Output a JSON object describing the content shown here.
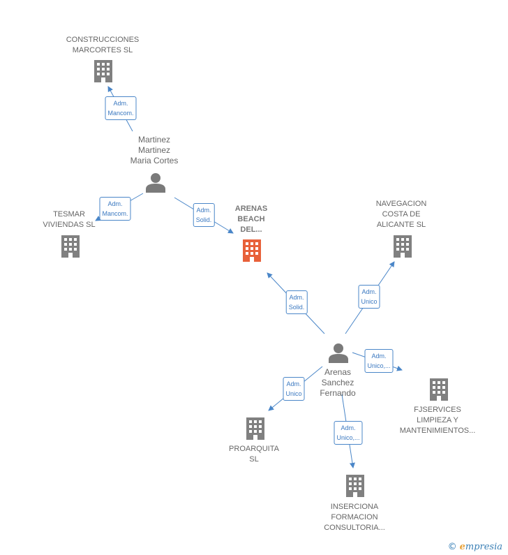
{
  "colors": {
    "building": "#808080",
    "center_building": "#e8613a",
    "person": "#7a7a7a",
    "edge": "#4a86c8"
  },
  "companies": [
    {
      "id": "construcciones",
      "lines": [
        "CONSTRUCCIONES",
        "MARCORTES SL"
      ]
    },
    {
      "id": "tesmar",
      "lines": [
        "TESMAR",
        "VIVIENDAS  SL"
      ]
    },
    {
      "id": "arenas_beach",
      "lines": [
        "ARENAS",
        "BEACH",
        "DEL..."
      ]
    },
    {
      "id": "navegacion",
      "lines": [
        "NAVEGACION",
        "COSTA DE",
        "ALICANTE  SL"
      ]
    },
    {
      "id": "fjservices",
      "lines": [
        "FJSERVICES",
        "LIMPIEZA Y",
        "MANTENIMIENTOS..."
      ]
    },
    {
      "id": "proarquita",
      "lines": [
        "PROARQUITA",
        "SL"
      ]
    },
    {
      "id": "inserciona",
      "lines": [
        "INSERCIONA",
        "FORMACION",
        "CONSULTORIA..."
      ]
    }
  ],
  "persons": [
    {
      "id": "martinez",
      "lines": [
        "Martinez",
        "Martinez",
        "Maria Cortes"
      ]
    },
    {
      "id": "arenas",
      "lines": [
        "Arenas",
        "Sanchez",
        "Fernando"
      ]
    }
  ],
  "relations": [
    {
      "id": "r1",
      "lines": [
        "Adm.",
        "Mancom."
      ]
    },
    {
      "id": "r2",
      "lines": [
        "Adm.",
        "Mancom."
      ]
    },
    {
      "id": "r3",
      "lines": [
        "Adm.",
        "Solid."
      ]
    },
    {
      "id": "r4",
      "lines": [
        "Adm.",
        "Solid."
      ]
    },
    {
      "id": "r5",
      "lines": [
        "Adm.",
        "Unico"
      ]
    },
    {
      "id": "r6",
      "lines": [
        "Adm.",
        "Unico,..."
      ]
    },
    {
      "id": "r7",
      "lines": [
        "Adm.",
        "Unico"
      ]
    },
    {
      "id": "r8",
      "lines": [
        "Adm.",
        "Unico,..."
      ]
    }
  ],
  "logo": {
    "copyright": "©",
    "brand_first": "e",
    "brand_rest": "mpresia"
  }
}
